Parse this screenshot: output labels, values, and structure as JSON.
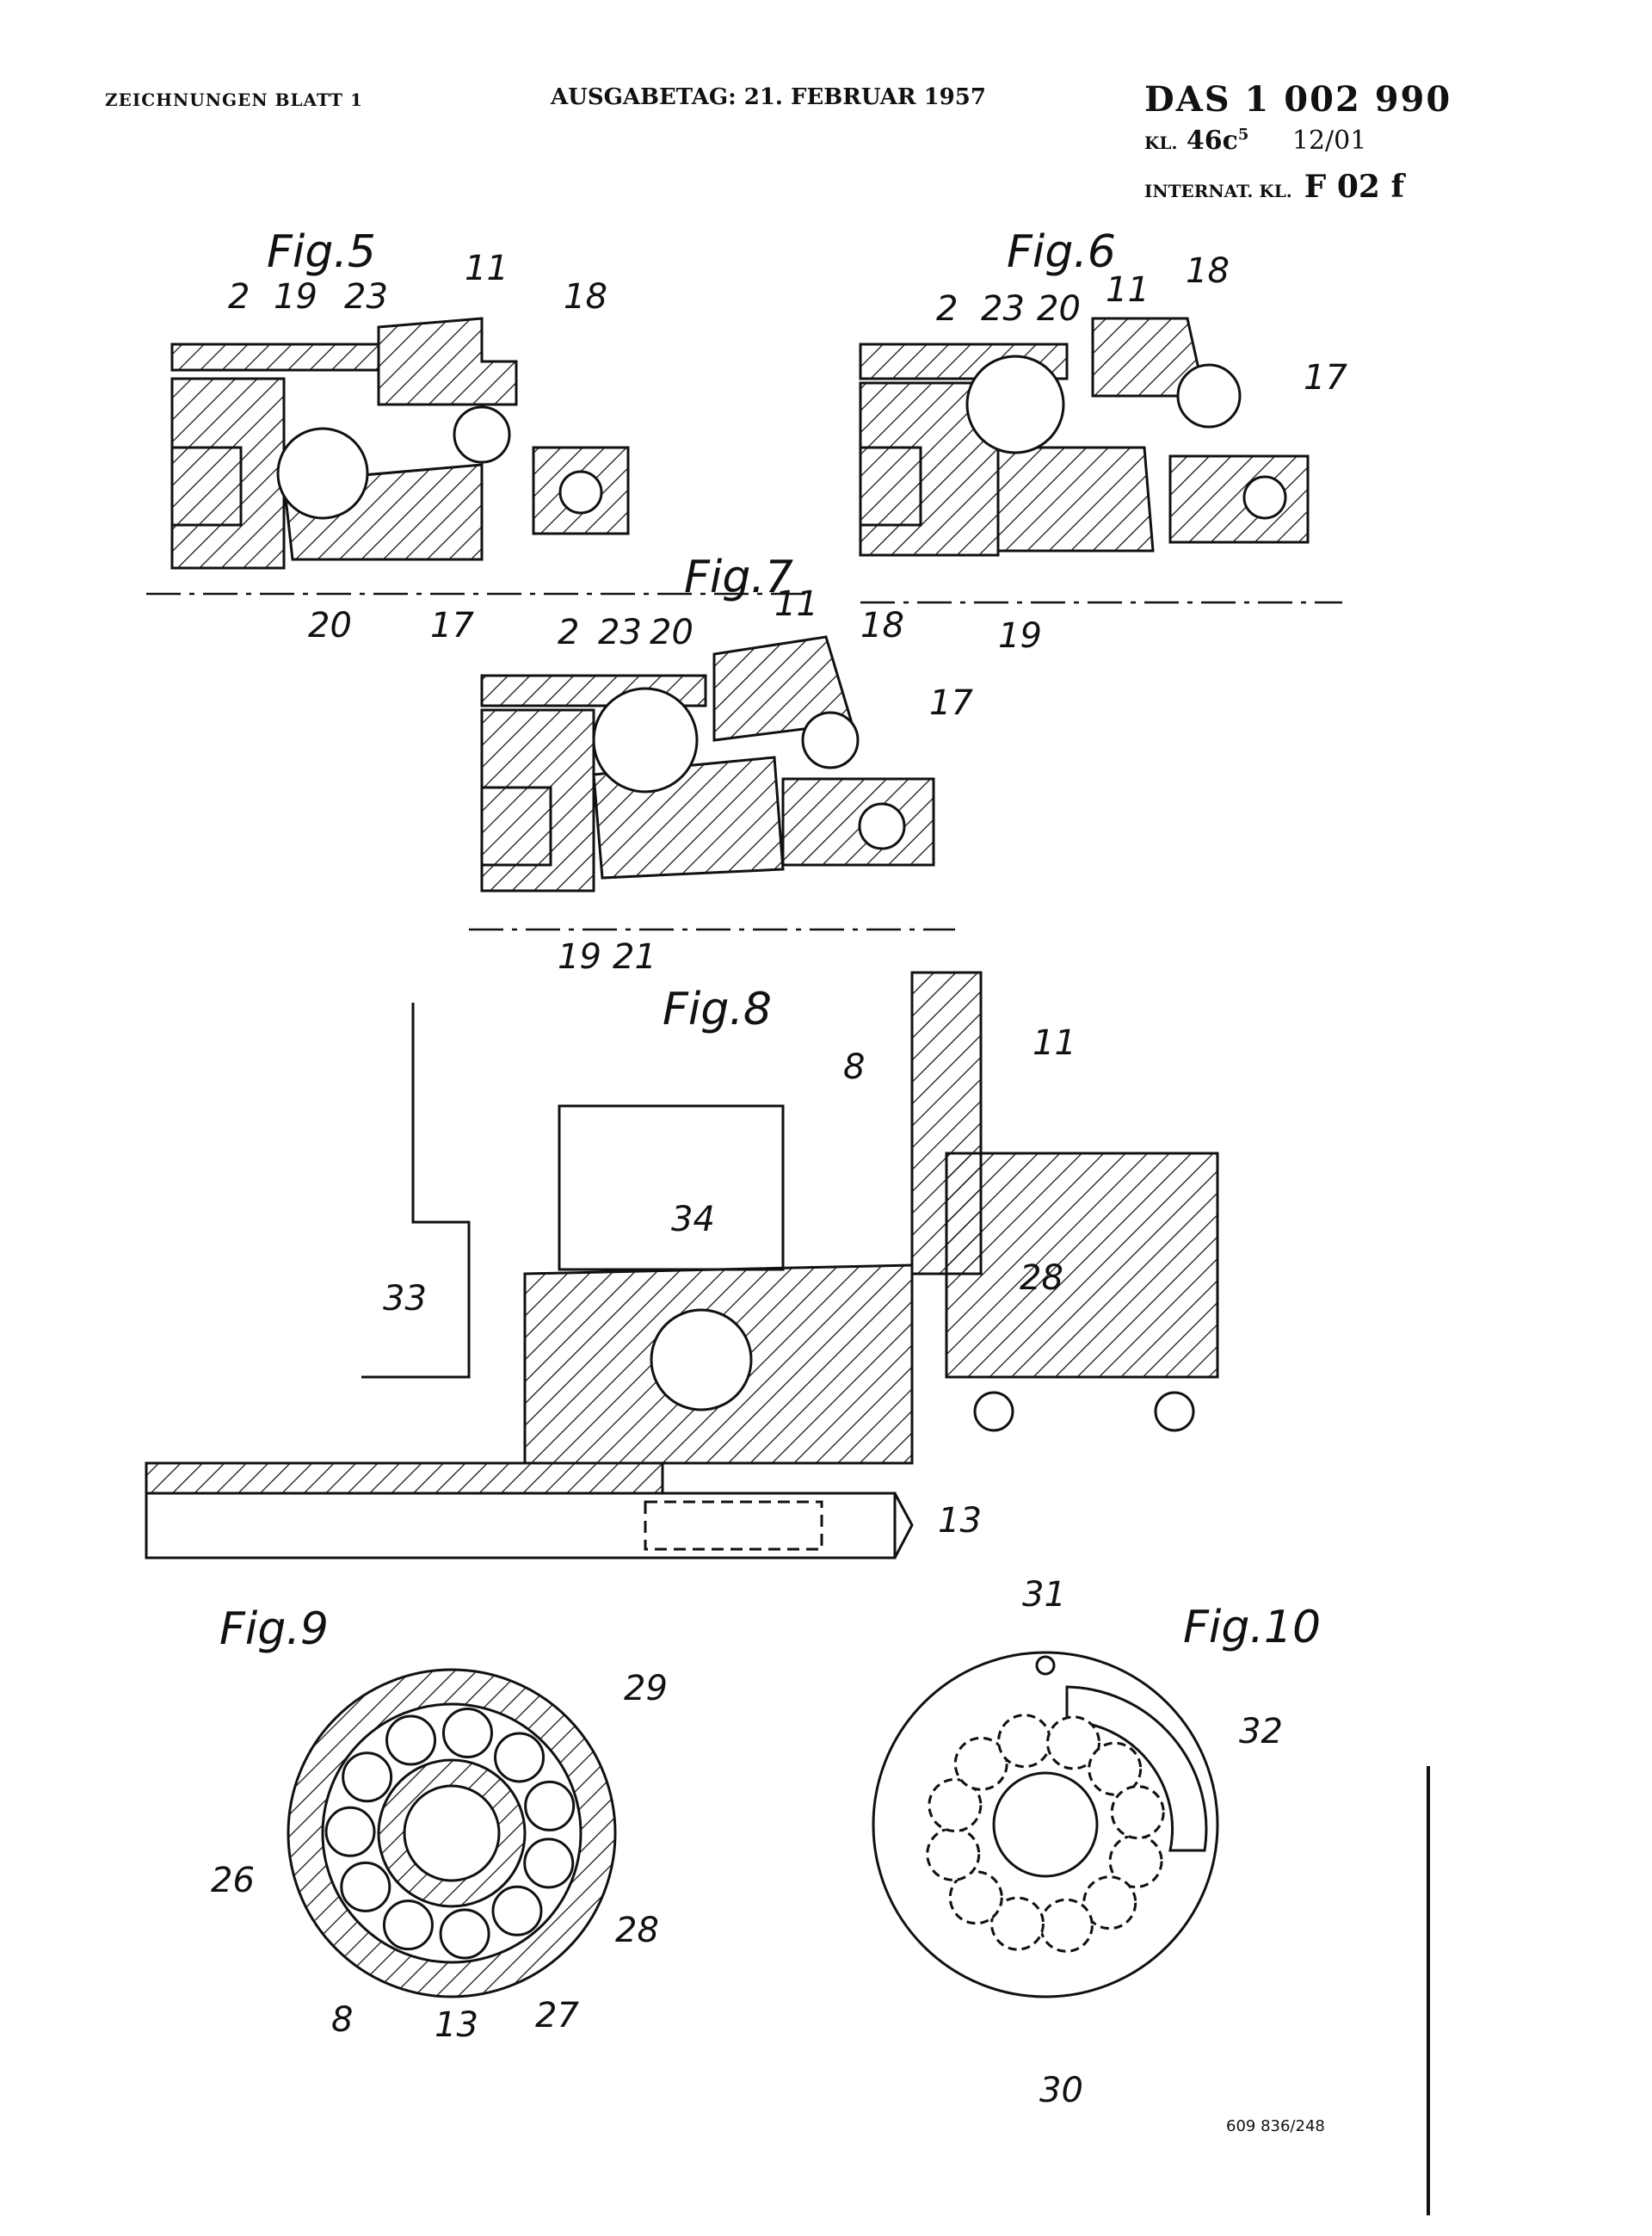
{
  "header": {
    "sheet": "ZEICHNUNGEN BLATT 1",
    "issue_date": "AUSGABETAG: 21. FEBRUAR 1957",
    "patent_number": "DAS 1 002 990",
    "class_prefix": "KL.",
    "class_main": "46c",
    "class_sup": "5",
    "class_sub": "12/01",
    "intl_class_label": "INTERNAT. KL.",
    "intl_class": "F 02 f"
  },
  "figures": {
    "fig5": {
      "title": "Fig.5",
      "refs": [
        "2",
        "19",
        "23",
        "11",
        "18",
        "20",
        "17"
      ]
    },
    "fig6": {
      "title": "Fig.6",
      "refs": [
        "2",
        "23",
        "20",
        "11",
        "18",
        "17",
        "19"
      ]
    },
    "fig7": {
      "title": "Fig.7",
      "refs": [
        "2",
        "23",
        "20",
        "11",
        "18",
        "17",
        "19",
        "21"
      ]
    },
    "fig8": {
      "title": "Fig.8",
      "refs": [
        "8",
        "11",
        "34",
        "28",
        "33",
        "13"
      ]
    },
    "fig9": {
      "title": "Fig.9",
      "refs": [
        "29",
        "26",
        "28",
        "8",
        "13",
        "27"
      ]
    },
    "fig10": {
      "title": "Fig.10",
      "refs": [
        "31",
        "32",
        "30"
      ]
    }
  },
  "footer": {
    "print_code": "609 836/248"
  }
}
